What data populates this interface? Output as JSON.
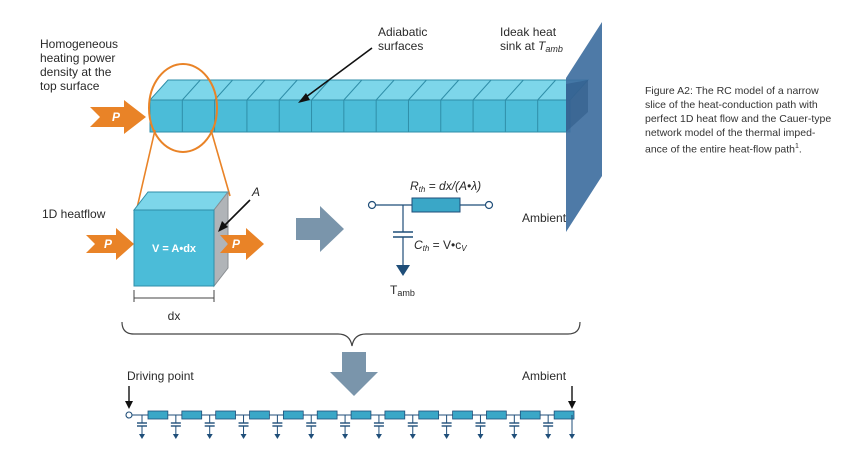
{
  "labels": {
    "heating": [
      "Homogeneous",
      "heating power",
      "density at the",
      "top surface"
    ],
    "adiabatic": [
      "Adiabatic",
      "surfaces"
    ],
    "heatsink_line1": "Ideak heat",
    "heatsink_line2_prefix": "sink at ",
    "heatsink_line2_sym": "T",
    "heatsink_line2_sub": "amb",
    "ambient": "Ambient",
    "heatflow_1d": "1D heatflow",
    "area": "A",
    "volume": "V = A•dx",
    "dx": "dx",
    "power": "P",
    "rth_sym": "R",
    "rth_sub": "th",
    "rth_eq": " = dx/(A•λ)",
    "cth_sym": "C",
    "cth_sub": "th",
    "cth_eq": " = V•c",
    "cth_eq_sub": "V",
    "tamb_sym": "T",
    "tamb_sub": "amb",
    "driving_point": "Driving point",
    "ambient_bottom": "Ambient"
  },
  "caption": {
    "lines": [
      "Figure A2: The RC model of a narrow",
      "slice of the heat-conduction path with",
      "perfect 1D heat flow and the Cauer-type",
      "network model of the thermal imped-",
      "ance of the entire heat-flow path"
    ],
    "footnote_mark": "1",
    "end": "."
  },
  "colors": {
    "bar_fill": "#4bbcd8",
    "bar_top": "#7dd6ea",
    "bar_line": "#2f8ea8",
    "heatsink": "#3f6fa0",
    "orange": "#e98327",
    "gray_arrow": "#7a95ab",
    "navy": "#1f4e79",
    "resistor": "#3aa7c7"
  },
  "ladder": {
    "stages": 13
  }
}
